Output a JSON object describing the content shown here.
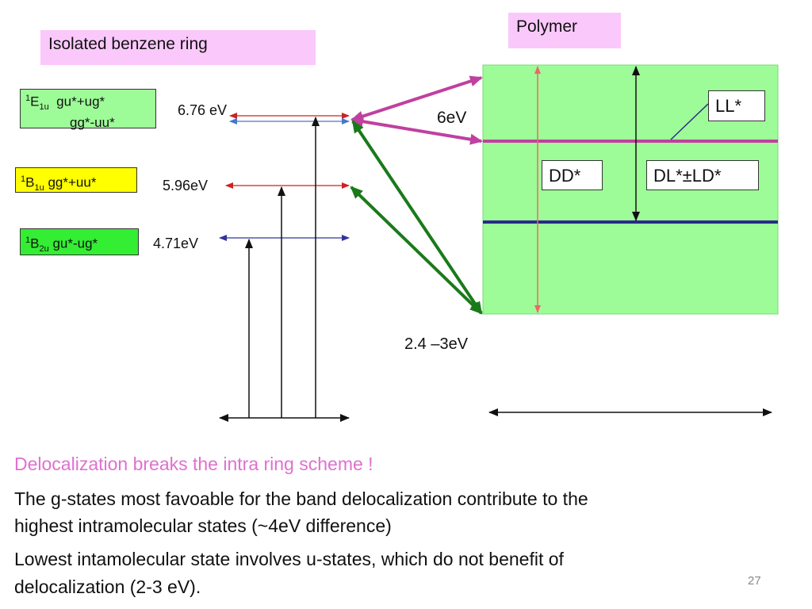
{
  "titles": {
    "isolated": "Isolated benzene ring",
    "polymer": "Polymer"
  },
  "states": {
    "e1u": {
      "sup": "1",
      "letter": "E",
      "sub": "1u",
      "line1": "gu*+ug*",
      "line2": "gg*-uu*"
    },
    "b1u": {
      "sup": "1",
      "letter": "B",
      "sub": "1u",
      "text": "gg*+uu*"
    },
    "b2u": {
      "sup": "1",
      "letter": "B",
      "sub": "2u",
      "text": "gu*-ug*"
    }
  },
  "energies": {
    "e676": "6.76 eV",
    "e596": "5.96eV",
    "e471": "4.71eV",
    "e6": "6eV",
    "e24": "2.4 –3eV"
  },
  "polymer_labels": {
    "ll": "LL*",
    "dd": "DD*",
    "dl": "DL*±LD*"
  },
  "text": {
    "headline": "Delocalization breaks the intra ring scheme !",
    "p1_line1": "The g-states most favoable for the band delocalization contribute to the",
    "p1_line2": "highest intramolecular states (~4eV difference)",
    "p2_line1": "Lowest intamolecular state involves u-states, which do not benefit of",
    "p2_line2": "delocalization (2-3 eV)."
  },
  "page_number": "27",
  "colors": {
    "pink_label": "#fbc8fb",
    "polymer_band": "#9efc98",
    "bright_green": "#33ee33",
    "yellow": "#ffff00",
    "magenta": "#c040a0",
    "dark_green": "#1a7a1a",
    "navy": "#2a2a8a",
    "headline": "#e070d0"
  }
}
